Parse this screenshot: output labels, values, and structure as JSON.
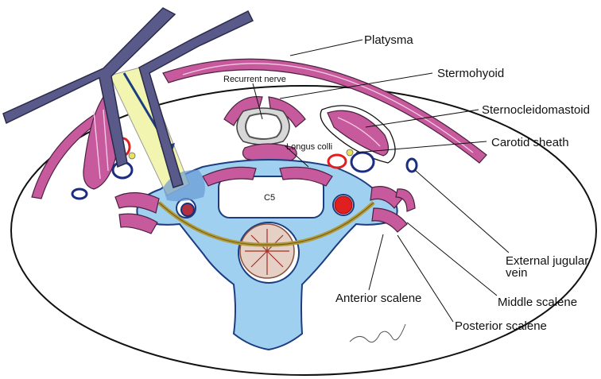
{
  "labels": {
    "platysma": "Platysma",
    "sternohyoid": "Stermohyoid",
    "scm": "Sternocleidomastoid",
    "carotid": "Carotid sheath",
    "ext_jugular_1": "External jugular",
    "ext_jugular_2": "vein",
    "middle_scalene": "Middle scalene",
    "anterior_scalene": "Anterior scalene",
    "posterior_scalene": "Posterior scalene",
    "recurrent_nerve": "Recurrent nerve",
    "longus_colli": "Longus colli",
    "vertebra": "C5"
  },
  "colors": {
    "muscle": "#c65a9c",
    "bone": "#9fd0f0",
    "instrument": "#5a5a8a",
    "corridor": "#f2f5b0",
    "nerve_root": "#b39a3a",
    "artery": "#e02020",
    "vein": "#1c2d80"
  }
}
